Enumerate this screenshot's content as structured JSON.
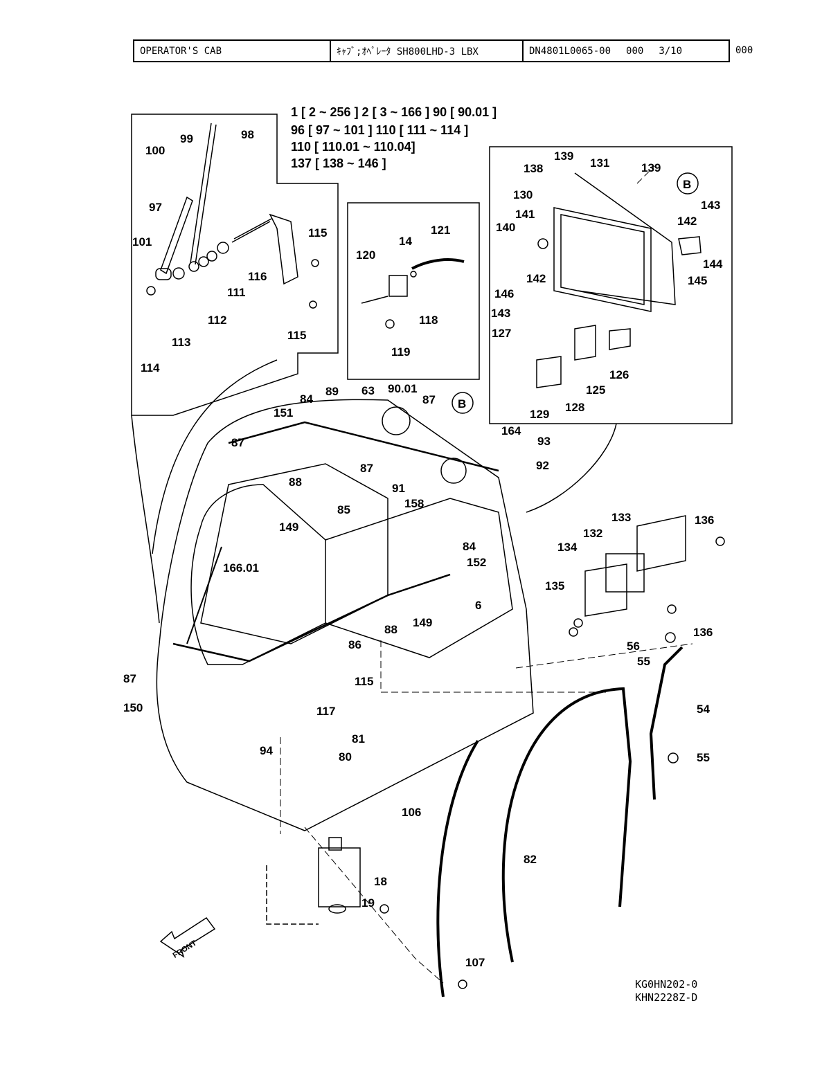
{
  "header": {
    "title": "OPERATOR'S CAB",
    "jp_title": "ｷｬﾌﾞ;ｵﾍﾟﾚｰﾀ SH800LHD-3 LBX",
    "doc_no": "DN4801L0065-00",
    "rev": "000",
    "page": "3/10",
    "extra": "000"
  },
  "references": [
    "1 [ 2 ~ 256 ]   2 [ 3 ~ 166 ]   90 [ 90.01 ]",
    "96 [ 97 ~ 101 ]   110 [ 111 ~ 114 ]",
    "110 [ 110.01 ~ 110.04]",
    "137 [ 138 ~ 146 ]"
  ],
  "callout_symbol": "B",
  "front_label": "FRONT",
  "codes": [
    "KG0HN202-0",
    "KHN2228Z-D"
  ],
  "part_labels": [
    "98",
    "99",
    "100",
    "97",
    "101",
    "115",
    "116",
    "111",
    "112",
    "113",
    "114",
    "121",
    "14",
    "120",
    "118",
    "119",
    "139",
    "131",
    "138",
    "130",
    "141",
    "140",
    "143",
    "142",
    "144",
    "145",
    "146",
    "127",
    "126",
    "125",
    "128",
    "129",
    "63",
    "90.01",
    "89",
    "84",
    "151",
    "87",
    "88",
    "149",
    "91",
    "158",
    "85",
    "166.01",
    "164",
    "93",
    "92",
    "152",
    "6",
    "86",
    "150",
    "117",
    "94",
    "81",
    "80",
    "133",
    "136",
    "132",
    "134",
    "135",
    "56",
    "55",
    "54",
    "82",
    "106",
    "107",
    "18",
    "19"
  ]
}
